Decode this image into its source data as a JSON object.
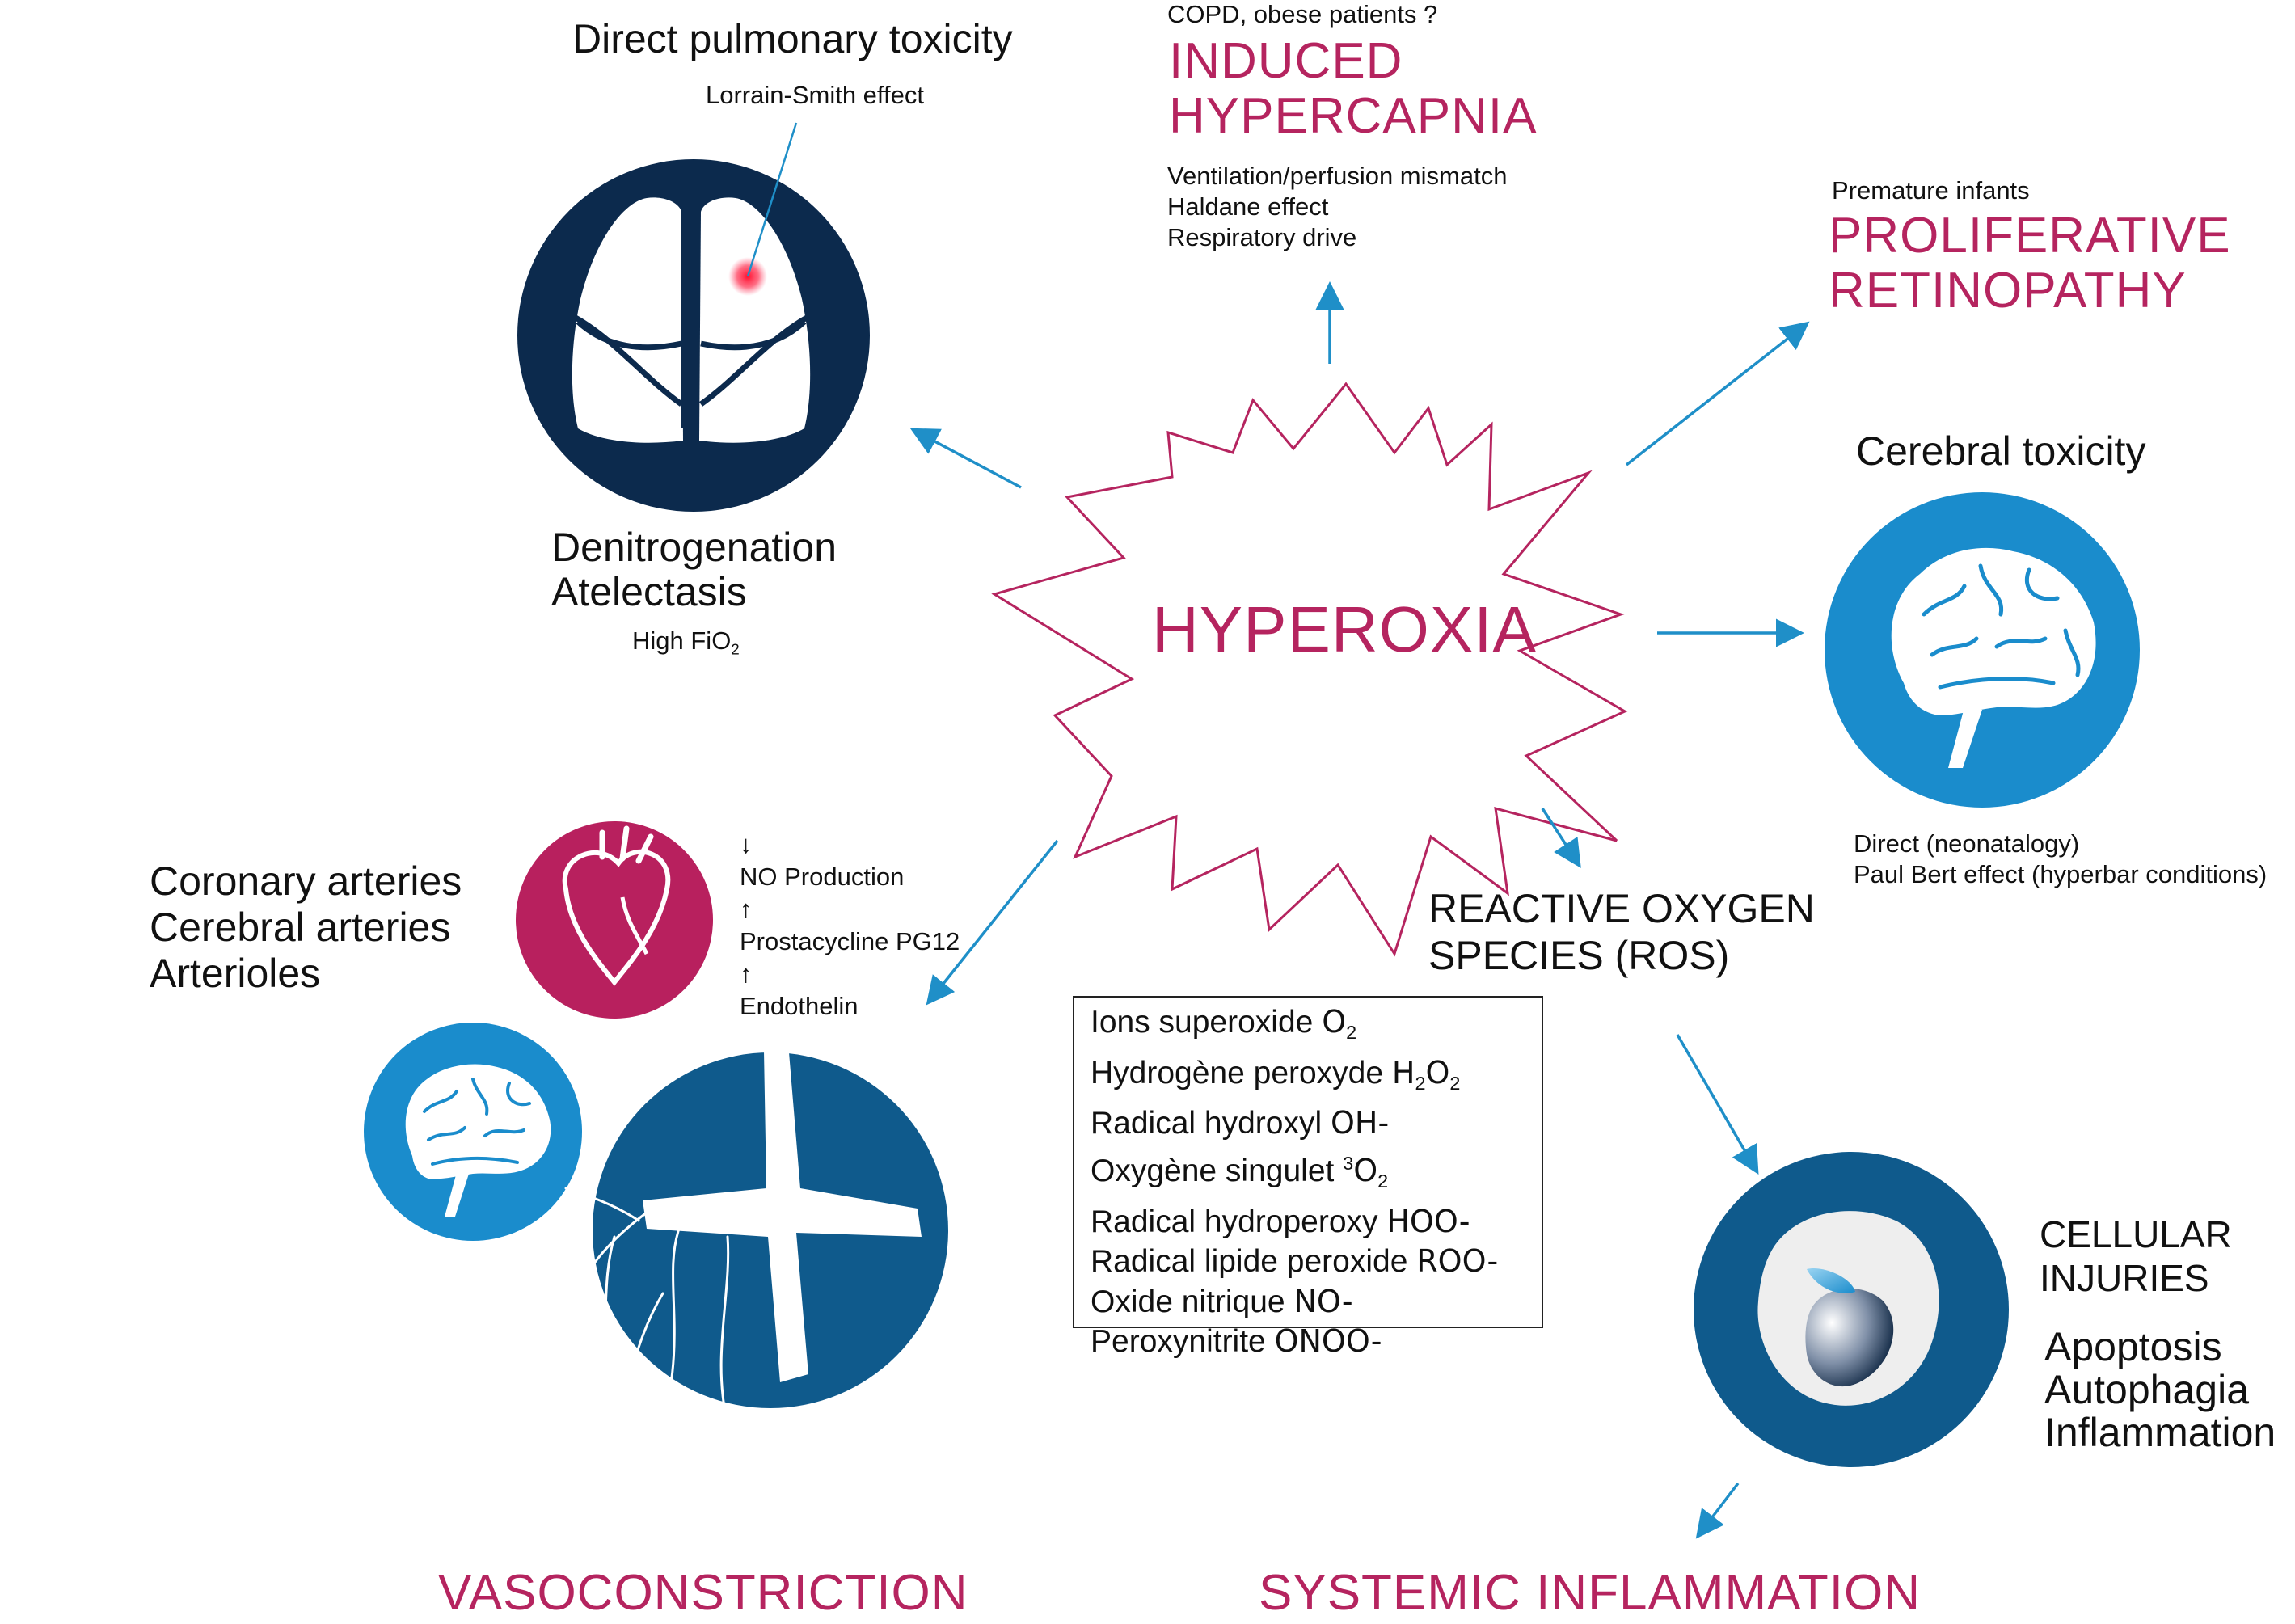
{
  "colors": {
    "accent_pink": "#b5245f",
    "arrow_blue": "#1f8fc8",
    "navy": "#0c2a4d",
    "dark_blue": "#0f5a8c",
    "light_blue": "#1a8ccc",
    "heart_pink": "#b8205e"
  },
  "center": {
    "label": "HYPEROXIA"
  },
  "pulmonary": {
    "title": "Direct pulmonary toxicity",
    "sub": "Lorrain-Smith effect",
    "lines": [
      "Denitrogenation",
      "Atelectasis"
    ],
    "fio2_prefix": "High FiO",
    "fio2_sub": "2",
    "icon": "lungs-icon"
  },
  "hypercapnia": {
    "pre": "COPD, obese patients ?",
    "title_lines": [
      "INDUCED",
      "HYPERCAPNIA"
    ],
    "mechanisms": [
      "Ventilation/perfusion mismatch",
      "Haldane effect",
      "Respiratory drive"
    ]
  },
  "retinopathy": {
    "pre": "Premature infants",
    "title_lines": [
      "PROLIFERATIVE",
      "RETINOPATHY"
    ]
  },
  "cerebral": {
    "title": "Cerebral toxicity",
    "notes": [
      "Direct (neonatalogy)",
      "Paul Bert effect (hyperbar conditions)"
    ],
    "icon": "brain-icon"
  },
  "vasoconstriction": {
    "targets": [
      "Coronary arteries",
      "Cerebral arteries",
      "Arterioles"
    ],
    "effects": [
      {
        "arrow": "↓",
        "text": "NO Production"
      },
      {
        "arrow": "↑",
        "text": "Prostacycline PG12"
      },
      {
        "arrow": "↑",
        "text": "Endothelin"
      }
    ],
    "title": "VASOCONSTRICTION",
    "icons": [
      "heart-icon",
      "brain-icon",
      "vessel-icon"
    ]
  },
  "ros": {
    "title_lines": [
      "REACTIVE OXYGEN",
      "SPECIES (ROS)"
    ],
    "items": [
      {
        "label": "Ions superoxide ",
        "formula": "O",
        "sub": "2",
        "sup": ""
      },
      {
        "label": "Hydrogène peroxyde ",
        "formula": "H",
        "sub": "2",
        "formula2": "O",
        "sub2": "2"
      },
      {
        "label": "Radical hydroxyl ",
        "formula": "OH-"
      },
      {
        "label": "Oxygène singulet ",
        "sup": "3",
        "formula": "O",
        "sub": "2"
      },
      {
        "label": "Radical hydroperoxy ",
        "formula": "HOO-"
      },
      {
        "label": "Radical lipide peroxide ",
        "formula": "ROO-"
      },
      {
        "label": "Oxide nitrique ",
        "formula": "NO-"
      },
      {
        "label": "Peroxynitrite ",
        "formula": "ONOO-"
      }
    ]
  },
  "cellular": {
    "title_lines": [
      "CELLULAR",
      "INJURIES"
    ],
    "outcomes": [
      "Apoptosis",
      "Autophagia",
      "Inflammation"
    ],
    "icon": "cell-icon"
  },
  "systemic": {
    "title": "SYSTEMIC INFLAMMATION"
  }
}
